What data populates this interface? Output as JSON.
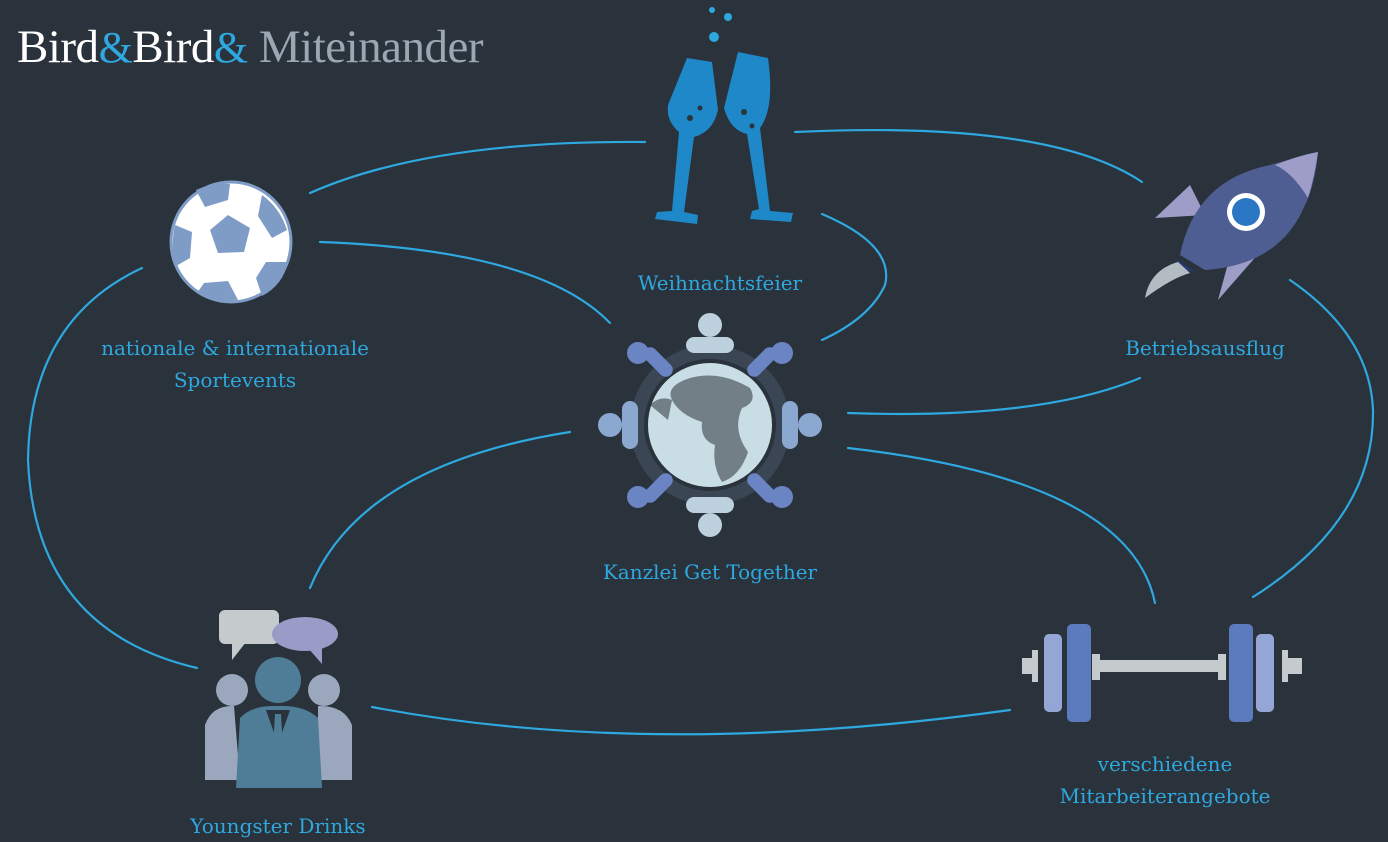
{
  "logo": {
    "brand_a": "Bird",
    "amp_1": "&",
    "brand_b": "Bird",
    "amp_2": "&",
    "tagline": "Miteinander"
  },
  "nodes": {
    "center": {
      "label": "Kanzlei Get Together",
      "icon": "globe-people-icon"
    },
    "christmas": {
      "label": "Weihnachtsfeier",
      "icon": "champagne-glasses-icon"
    },
    "sports": {
      "label_1": "nationale & internationale",
      "label_2": "Sportevents",
      "icon": "soccer-ball-icon"
    },
    "outing": {
      "label": "Betriebsausflug",
      "icon": "rocket-icon"
    },
    "youngster": {
      "label": "Youngster Drinks",
      "icon": "chatting-people-icon"
    },
    "staff": {
      "label_1": "verschiedene",
      "label_2": "Mitarbeiterangebote",
      "icon": "dumbbell-icon"
    }
  },
  "colors": {
    "background": "#2a323b",
    "accent": "#2ea8df",
    "logo_white": "#ffffff",
    "logo_grey": "#9ba7b3"
  }
}
